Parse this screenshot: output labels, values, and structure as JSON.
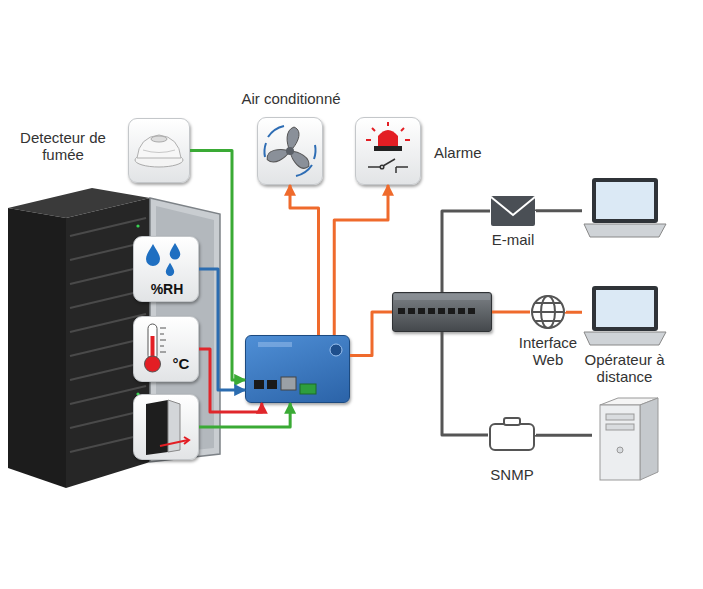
{
  "diagram": {
    "nodes": [
      {
        "text": [
          "Detecteur de fumée"
        ]
      },
      {
        "text": [
          "Air conditionné"
        ]
      },
      {
        "text": [
          "Alarme"
        ]
      },
      {
        "text": [
          "%RH"
        ]
      },
      {
        "text": [
          "°C"
        ]
      },
      {
        "text": []
      },
      {
        "text": []
      },
      {
        "text": []
      },
      {
        "text": [
          "E-mail"
        ]
      },
      {
        "text": []
      },
      {
        "text": [
          "Interface Web"
        ]
      },
      {
        "text": [
          "Opérateur à distance"
        ]
      },
      {
        "text": [
          "SNMP"
        ]
      },
      {
        "text": []
      }
    ],
    "edges": [
      {
        "from": 0,
        "to": 6,
        "arrow": "to"
      },
      {
        "from": 3,
        "to": 6,
        "arrow": "to"
      },
      {
        "from": 4,
        "to": 6,
        "arrow": "to"
      },
      {
        "from": 5,
        "to": 6,
        "arrow": "to"
      },
      {
        "from": 6,
        "to": 1,
        "arrow": "to"
      },
      {
        "from": 6,
        "to": 2,
        "arrow": "to"
      },
      {
        "from": 6,
        "to": 7,
        "arrow": "none"
      },
      {
        "from": 7,
        "to": 8,
        "arrow": "none"
      },
      {
        "from": 8,
        "to": 9,
        "arrow": "none"
      },
      {
        "from": 7,
        "to": 10,
        "arrow": "none"
      },
      {
        "from": 10,
        "to": 11,
        "arrow": "none"
      },
      {
        "from": 7,
        "to": 12,
        "arrow": "none"
      },
      {
        "from": 12,
        "to": 13,
        "arrow": "none"
      }
    ]
  }
}
